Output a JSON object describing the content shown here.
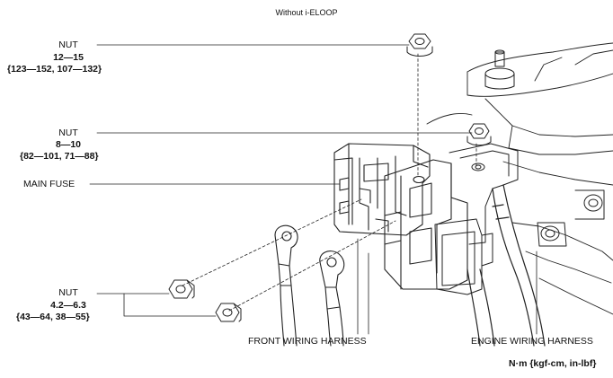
{
  "title": "Without i-ELOOP",
  "labels": {
    "nut_top": {
      "name": "NUT",
      "range": "12—15",
      "alt": "{123—152, 107—132}"
    },
    "nut_mid": {
      "name": "NUT",
      "range": "8—10",
      "alt": "{82—101, 71—88}"
    },
    "main_fuse": "MAIN FUSE",
    "nut_bottom": {
      "name": "NUT",
      "range": "4.2—6.3",
      "alt": "{43—64, 38—55}"
    },
    "front_harness": "FRONT WIRING HARNESS",
    "engine_harness": "ENGINE WIRING HARNESS",
    "units": "N·m {kgf-cm, in-lbf}"
  }
}
